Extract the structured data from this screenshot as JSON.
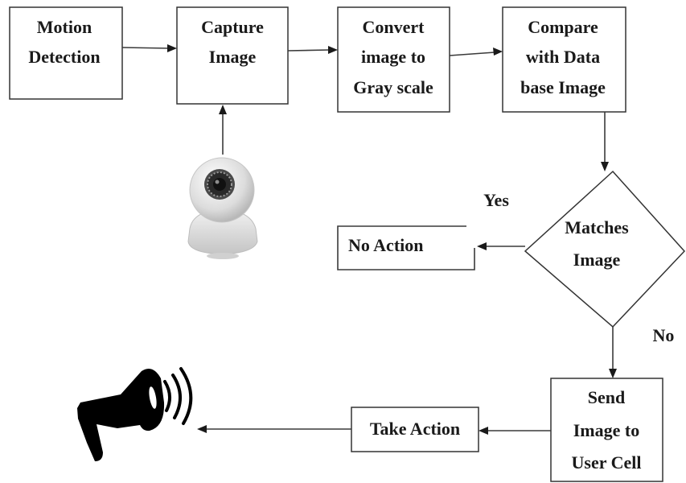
{
  "nodes": {
    "motion_detection": {
      "line1": "Motion",
      "line2": "Detection"
    },
    "capture_image": {
      "line1": "Capture",
      "line2": "Image"
    },
    "convert_gray": {
      "line1": "Convert",
      "line2": "image to",
      "line3": "Gray scale"
    },
    "compare_db": {
      "line1": "Compare",
      "line2": "with Data",
      "line3": "base Image"
    },
    "matches_image": {
      "line1": "Matches",
      "line2": "Image"
    },
    "no_action": {
      "text": "No Action"
    },
    "send_image": {
      "line1": "Send",
      "line2": "Image to",
      "line3": "User Cell"
    },
    "take_action": {
      "text": "Take Action"
    }
  },
  "edge_labels": {
    "yes": "Yes",
    "no": "No"
  },
  "icons": {
    "camera": "security-camera-icon",
    "alarm": "megaphone-icon"
  },
  "colors": {
    "stroke": "#333333",
    "text": "#1a1a1a",
    "background": "#ffffff"
  }
}
